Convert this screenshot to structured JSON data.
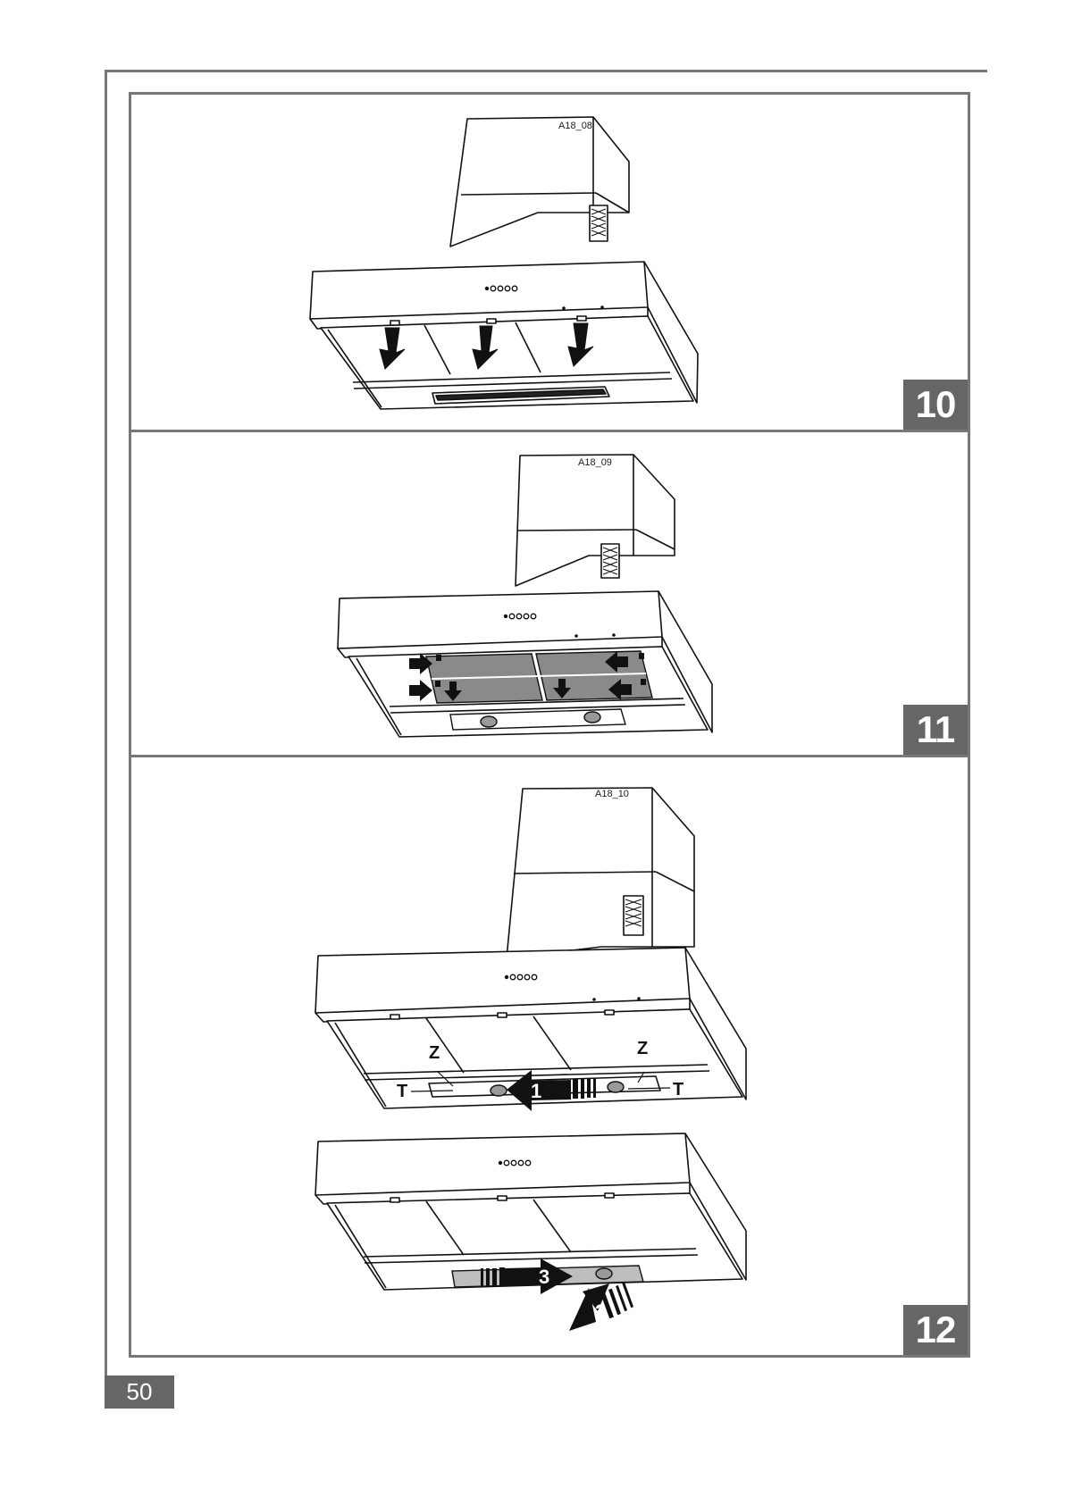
{
  "page": {
    "number": "50"
  },
  "figures": [
    {
      "number": "10",
      "code": "A18_08"
    },
    {
      "number": "11",
      "code": "A18_09"
    },
    {
      "number": "12",
      "code": "A18_10",
      "labels": {
        "z_left": "Z",
        "z_right": "Z",
        "t_left": "T",
        "t_right": "T"
      },
      "steps": [
        "1",
        "2",
        "3"
      ]
    }
  ]
}
